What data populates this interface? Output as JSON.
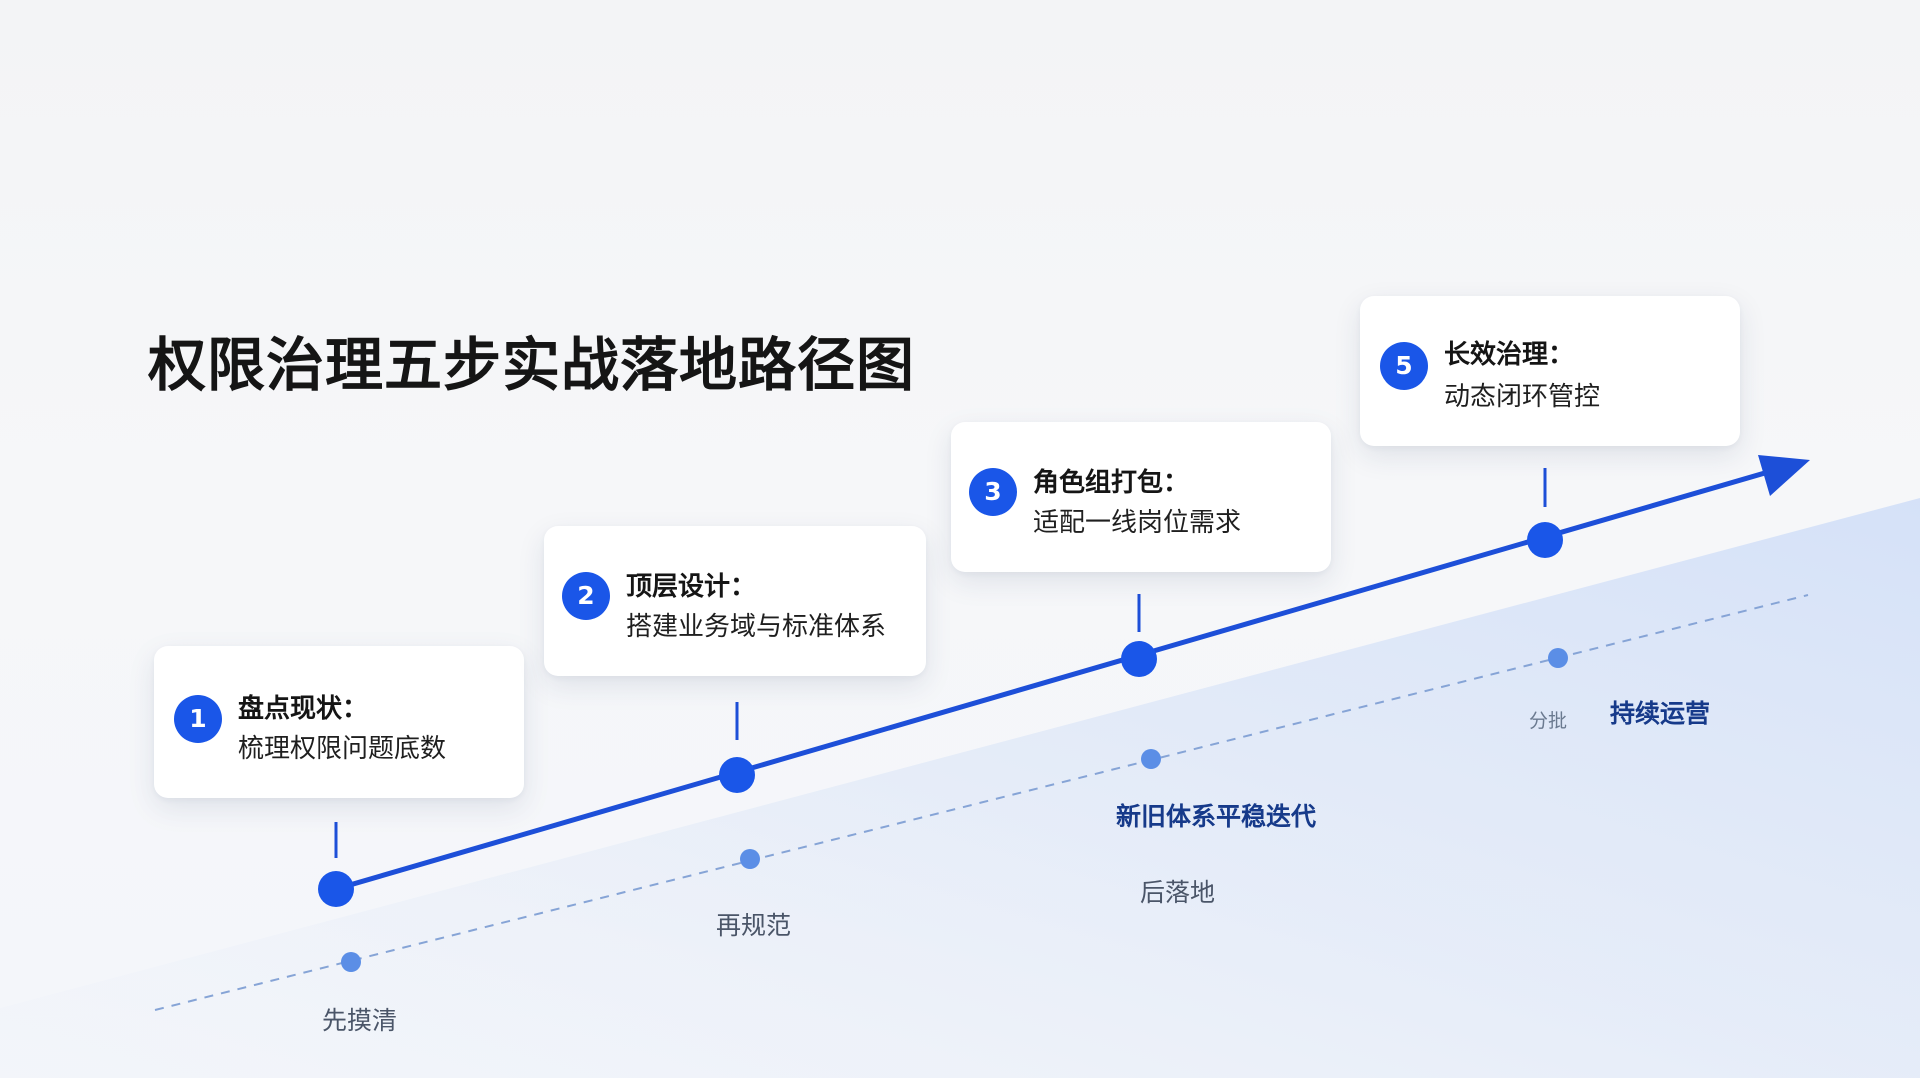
{
  "title": "权限治理五步实战落地路径图",
  "steps": [
    {
      "number": "1",
      "title": "盘点现状：",
      "desc": "梳理权限问题底数"
    },
    {
      "number": "2",
      "title": "顶层设计：",
      "desc": "搭建业务域与标准体系"
    },
    {
      "number": "3",
      "title": "角色组打包：",
      "desc": "适配一线岗位需求"
    },
    {
      "number": "5",
      "title": "长效治理：",
      "desc": "动态闭环管控"
    }
  ],
  "bottom_labels": [
    "先摸清",
    "再规范",
    "后落地",
    "新旧体系平稳迭代",
    "分批",
    "持续运营"
  ],
  "colors": {
    "accent": "#1a56e8",
    "line": "#1d4fd8",
    "dashed": "#7fa0d8",
    "dot_light": "#5b8ee6"
  }
}
